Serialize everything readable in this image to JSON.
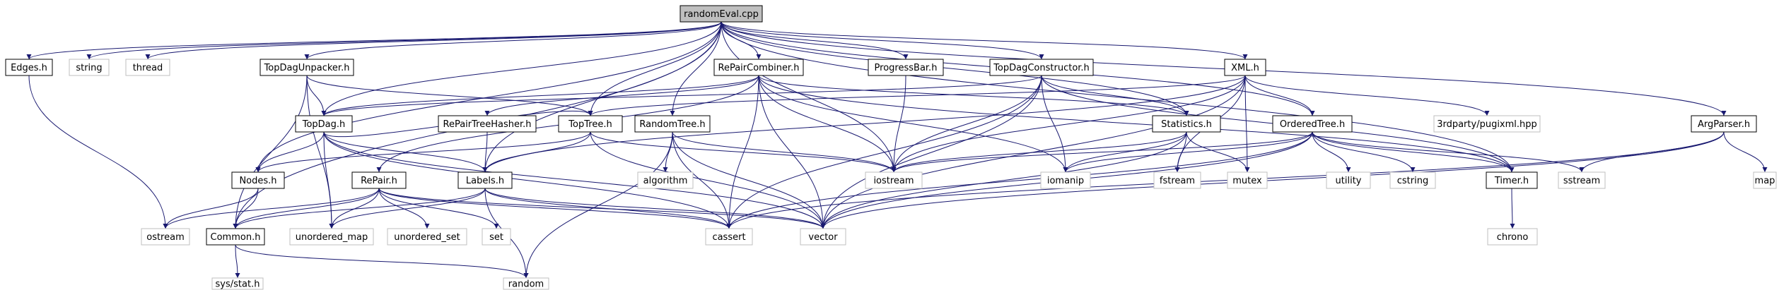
{
  "diagram": {
    "colors": {
      "edge": "#191970",
      "local_border": "#000000",
      "system_border": "#bfbfbf",
      "system_text": "#7f7f7f",
      "root_fill": "#bfbfbf",
      "fill": "#ffffff"
    },
    "nodes": [
      {
        "id": "randomEval",
        "label": "randomEval.cpp",
        "kind": "root"
      },
      {
        "id": "Edges",
        "label": "Edges.h",
        "kind": "local"
      },
      {
        "id": "string",
        "label": "string",
        "kind": "system"
      },
      {
        "id": "thread",
        "label": "thread",
        "kind": "system"
      },
      {
        "id": "TopDagUnpacker",
        "label": "TopDagUnpacker.h",
        "kind": "local"
      },
      {
        "id": "RePairCombiner",
        "label": "RePairCombiner.h",
        "kind": "local"
      },
      {
        "id": "ProgressBar",
        "label": "ProgressBar.h",
        "kind": "local"
      },
      {
        "id": "TopDagConstructor",
        "label": "TopDagConstructor.h",
        "kind": "local"
      },
      {
        "id": "XML",
        "label": "XML.h",
        "kind": "local"
      },
      {
        "id": "ArgParser",
        "label": "ArgParser.h",
        "kind": "local"
      },
      {
        "id": "TopDag",
        "label": "TopDag.h",
        "kind": "local"
      },
      {
        "id": "RePairTreeHasher",
        "label": "RePairTreeHasher.h",
        "kind": "local"
      },
      {
        "id": "TopTree",
        "label": "TopTree.h",
        "kind": "local"
      },
      {
        "id": "RandomTree",
        "label": "RandomTree.h",
        "kind": "local"
      },
      {
        "id": "Statistics",
        "label": "Statistics.h",
        "kind": "local"
      },
      {
        "id": "OrderedTree",
        "label": "OrderedTree.h",
        "kind": "local"
      },
      {
        "id": "pugixml",
        "label": "3rdparty/pugixml.hpp",
        "kind": "system"
      },
      {
        "id": "Timer",
        "label": "Timer.h",
        "kind": "local"
      },
      {
        "id": "Nodes",
        "label": "Nodes.h",
        "kind": "local"
      },
      {
        "id": "RePair",
        "label": "RePair.h",
        "kind": "local"
      },
      {
        "id": "Labels",
        "label": "Labels.h",
        "kind": "local"
      },
      {
        "id": "algorithm",
        "label": "algorithm",
        "kind": "system"
      },
      {
        "id": "iostream",
        "label": "iostream",
        "kind": "system"
      },
      {
        "id": "iomanip",
        "label": "iomanip",
        "kind": "system"
      },
      {
        "id": "fstream",
        "label": "fstream",
        "kind": "system"
      },
      {
        "id": "mutex",
        "label": "mutex",
        "kind": "system"
      },
      {
        "id": "utility",
        "label": "utility",
        "kind": "system"
      },
      {
        "id": "cstring",
        "label": "cstring",
        "kind": "system"
      },
      {
        "id": "sstream",
        "label": "sstream",
        "kind": "system"
      },
      {
        "id": "map",
        "label": "map",
        "kind": "system"
      },
      {
        "id": "ostream",
        "label": "ostream",
        "kind": "system"
      },
      {
        "id": "Common",
        "label": "Common.h",
        "kind": "local"
      },
      {
        "id": "unordered_map",
        "label": "unordered_map",
        "kind": "system"
      },
      {
        "id": "unordered_set",
        "label": "unordered_set",
        "kind": "system"
      },
      {
        "id": "set",
        "label": "set",
        "kind": "system"
      },
      {
        "id": "cassert",
        "label": "cassert",
        "kind": "system"
      },
      {
        "id": "vector",
        "label": "vector",
        "kind": "system"
      },
      {
        "id": "chrono",
        "label": "chrono",
        "kind": "system"
      },
      {
        "id": "sysstat",
        "label": "sys/stat.h",
        "kind": "system"
      },
      {
        "id": "random",
        "label": "random",
        "kind": "system"
      }
    ],
    "edges": [
      [
        "randomEval",
        "Edges"
      ],
      [
        "randomEval",
        "string"
      ],
      [
        "randomEval",
        "thread"
      ],
      [
        "randomEval",
        "TopDagUnpacker"
      ],
      [
        "randomEval",
        "RePairCombiner"
      ],
      [
        "randomEval",
        "ProgressBar"
      ],
      [
        "randomEval",
        "TopDagConstructor"
      ],
      [
        "randomEval",
        "XML"
      ],
      [
        "randomEval",
        "ArgParser"
      ],
      [
        "randomEval",
        "TopDag"
      ],
      [
        "randomEval",
        "TopTree"
      ],
      [
        "randomEval",
        "RandomTree"
      ],
      [
        "randomEval",
        "Statistics"
      ],
      [
        "randomEval",
        "OrderedTree"
      ],
      [
        "randomEval",
        "Timer"
      ],
      [
        "randomEval",
        "Nodes"
      ],
      [
        "randomEval",
        "Labels"
      ],
      [
        "randomEval",
        "iostream"
      ],
      [
        "randomEval",
        "Common"
      ],
      [
        "Edges",
        "ostream"
      ],
      [
        "TopDagUnpacker",
        "TopDag"
      ],
      [
        "TopDagUnpacker",
        "TopTree"
      ],
      [
        "TopDagUnpacker",
        "Common"
      ],
      [
        "TopDagUnpacker",
        "unordered_map"
      ],
      [
        "RePairCombiner",
        "TopDag"
      ],
      [
        "RePairCombiner",
        "RePairTreeHasher"
      ],
      [
        "RePairCombiner",
        "RePair"
      ],
      [
        "RePairCombiner",
        "Statistics"
      ],
      [
        "RePairCombiner",
        "Timer"
      ],
      [
        "RePairCombiner",
        "iostream"
      ],
      [
        "RePairCombiner",
        "iomanip"
      ],
      [
        "RePairCombiner",
        "cassert"
      ],
      [
        "RePairCombiner",
        "vector"
      ],
      [
        "ProgressBar",
        "iostream"
      ],
      [
        "TopDagConstructor",
        "TopDag"
      ],
      [
        "TopDagConstructor",
        "Statistics"
      ],
      [
        "TopDagConstructor",
        "Timer"
      ],
      [
        "TopDagConstructor",
        "iostream"
      ],
      [
        "TopDagConstructor",
        "iomanip"
      ],
      [
        "TopDagConstructor",
        "cassert"
      ],
      [
        "TopDagConstructor",
        "vector"
      ],
      [
        "XML",
        "TopTree"
      ],
      [
        "XML",
        "OrderedTree"
      ],
      [
        "XML",
        "pugixml"
      ],
      [
        "XML",
        "Labels"
      ],
      [
        "XML",
        "iostream"
      ],
      [
        "XML",
        "fstream"
      ],
      [
        "XML",
        "mutex"
      ],
      [
        "XML",
        "vector"
      ],
      [
        "ArgParser",
        "sstream"
      ],
      [
        "ArgParser",
        "map"
      ],
      [
        "ArgParser",
        "cassert"
      ],
      [
        "ArgParser",
        "vector"
      ],
      [
        "TopDag",
        "Nodes"
      ],
      [
        "TopDag",
        "Labels"
      ],
      [
        "TopDag",
        "TopTree"
      ],
      [
        "TopDag",
        "unordered_map"
      ],
      [
        "TopDag",
        "cassert"
      ],
      [
        "TopDag",
        "vector"
      ],
      [
        "RePairTreeHasher",
        "Labels"
      ],
      [
        "TopTree",
        "Nodes"
      ],
      [
        "TopTree",
        "Labels"
      ],
      [
        "TopTree",
        "iostream"
      ],
      [
        "TopTree",
        "vector"
      ],
      [
        "RandomTree",
        "algorithm"
      ],
      [
        "RandomTree",
        "iostream"
      ],
      [
        "RandomTree",
        "cassert"
      ],
      [
        "RandomTree",
        "vector"
      ],
      [
        "RandomTree",
        "random"
      ],
      [
        "Statistics",
        "iostream"
      ],
      [
        "Statistics",
        "iomanip"
      ],
      [
        "Statistics",
        "fstream"
      ],
      [
        "Statistics",
        "mutex"
      ],
      [
        "Statistics",
        "vector"
      ],
      [
        "OrderedTree",
        "Timer"
      ],
      [
        "OrderedTree",
        "iostream"
      ],
      [
        "OrderedTree",
        "iomanip"
      ],
      [
        "OrderedTree",
        "utility"
      ],
      [
        "OrderedTree",
        "cstring"
      ],
      [
        "OrderedTree",
        "sstream"
      ],
      [
        "OrderedTree",
        "cassert"
      ],
      [
        "OrderedTree",
        "vector"
      ],
      [
        "Timer",
        "chrono"
      ],
      [
        "Nodes",
        "ostream"
      ],
      [
        "Nodes",
        "Common"
      ],
      [
        "RePair",
        "Common"
      ],
      [
        "RePair",
        "ostream"
      ],
      [
        "RePair",
        "unordered_map"
      ],
      [
        "RePair",
        "unordered_set"
      ],
      [
        "RePair",
        "set"
      ],
      [
        "RePair",
        "cassert"
      ],
      [
        "RePair",
        "vector"
      ],
      [
        "Labels",
        "Common"
      ],
      [
        "Labels",
        "unordered_map"
      ],
      [
        "Labels",
        "cassert"
      ],
      [
        "Labels",
        "random"
      ],
      [
        "Labels",
        "vector"
      ],
      [
        "Common",
        "sysstat"
      ],
      [
        "Common",
        "random"
      ]
    ]
  }
}
